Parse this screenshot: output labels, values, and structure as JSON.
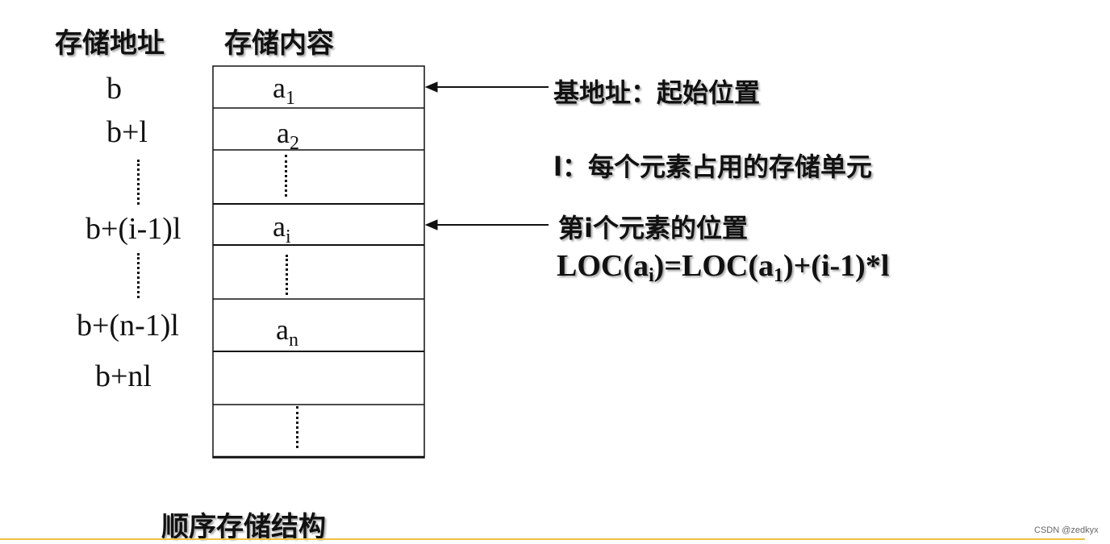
{
  "headers": {
    "address": "存储地址",
    "content": "存储内容"
  },
  "addresses": [
    "b",
    "b+l",
    "b+(i-1)l",
    "b+(n-1)l",
    "b+nl"
  ],
  "cells": [
    {
      "base": "a",
      "sub": "1"
    },
    {
      "base": "a",
      "sub": "2"
    },
    {
      "base": "a",
      "sub": "i"
    },
    {
      "base": "a",
      "sub": "n"
    }
  ],
  "annotations": {
    "base_address": "基地址：起始位置",
    "unit_size": "l：每个元素占用的存储单元",
    "ith_position": "第i个元素的位置"
  },
  "formula": {
    "p1": "LOC(a",
    "s1": "i",
    "p2": ")=LOC(a",
    "s2": "1",
    "p3": ")+(i-1)*l"
  },
  "caption": "顺序存储结构",
  "watermark": "CSDN @zedkyx"
}
